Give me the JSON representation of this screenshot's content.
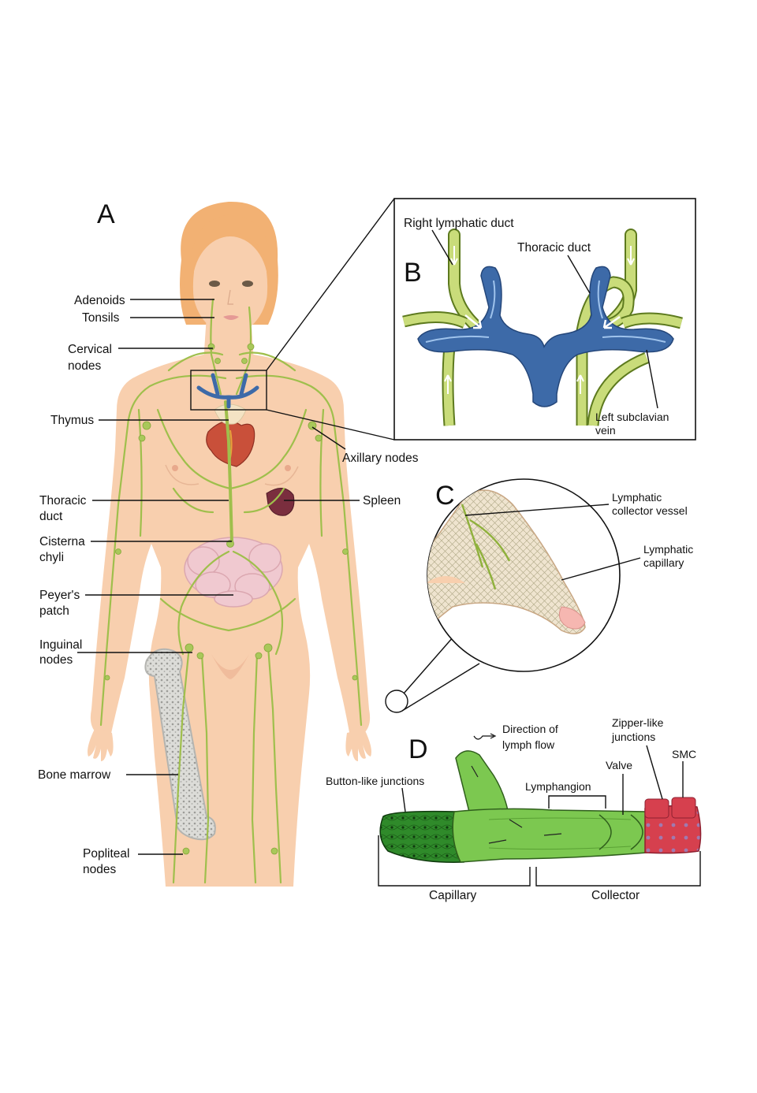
{
  "panels": {
    "a": "A",
    "b": "B",
    "c": "C",
    "d": "D"
  },
  "labels_a": {
    "adenoids": "Adenoids",
    "tonsils": "Tonsils",
    "cervical_1": "Cervical",
    "cervical_2": "nodes",
    "thymus": "Thymus",
    "axillary": "Axillary nodes",
    "thoracic_1": "Thoracic",
    "thoracic_2": "duct",
    "spleen": "Spleen",
    "cisterna_1": "Cisterna",
    "cisterna_2": "chyli",
    "peyers_1": "Peyer's",
    "peyers_2": "patch",
    "inguinal_1": "Inguinal",
    "inguinal_2": "nodes",
    "bone_marrow": "Bone marrow",
    "popliteal_1": "Popliteal",
    "popliteal_2": "nodes"
  },
  "labels_b": {
    "right_lymphatic": "Right lymphatic duct",
    "thoracic_duct": "Thoracic duct",
    "left_subclavian_1": "Left subclavian",
    "left_subclavian_2": "vein"
  },
  "labels_c": {
    "collector_1": "Lymphatic",
    "collector_2": "collector vessel",
    "capillary_1": "Lymphatic",
    "capillary_2": "capillary"
  },
  "labels_d": {
    "direction_1": "Direction of",
    "direction_2": "lymph flow",
    "zipper_1": "Zipper-like",
    "zipper_2": "junctions",
    "smc": "SMC",
    "valve": "Valve",
    "button": "Button-like junctions",
    "lymphangion": "Lymphangion",
    "capillary": "Capillary",
    "collector": "Collector"
  },
  "colors": {
    "skin": "#f8cfae",
    "hair": "#f2b173",
    "lymph": "#a9c85a",
    "vein": "#3d6aa8",
    "heart": "#c9503a",
    "spleen": "#7a2e3e",
    "intestine": "#f0c9d0",
    "bone": "#d9d9d6",
    "capillary_green": "#2f8a2a",
    "collector_green": "#7cc850",
    "smc_red": "#d6404e"
  }
}
